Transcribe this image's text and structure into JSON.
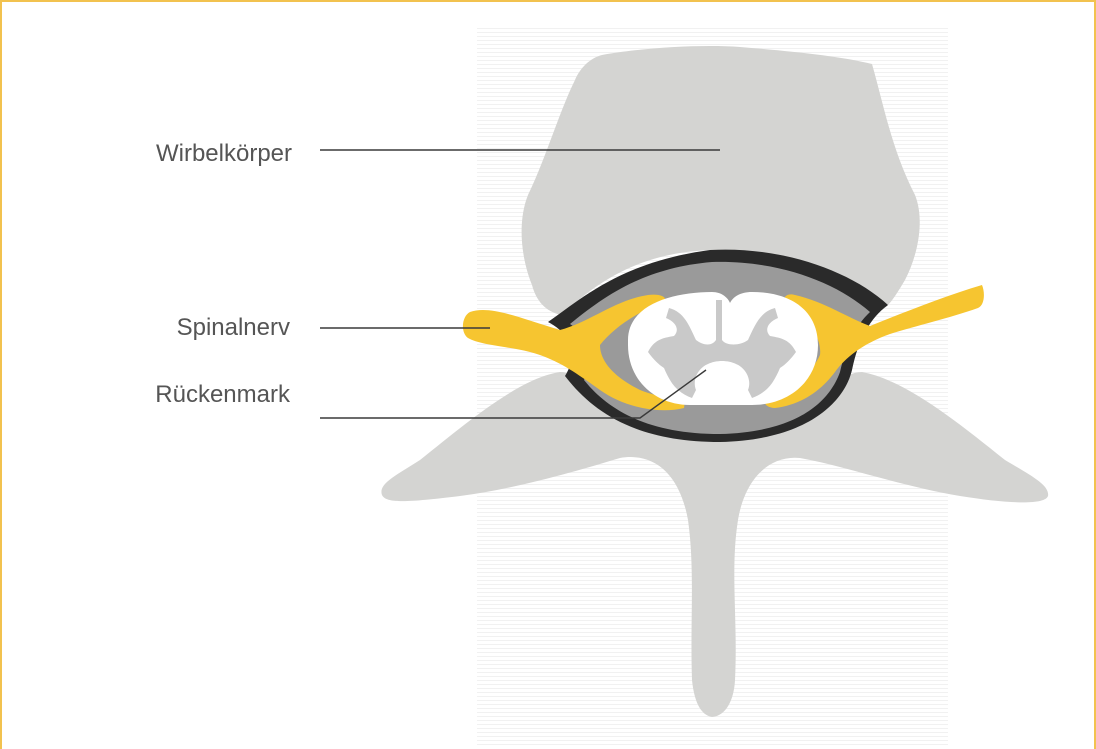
{
  "labels": {
    "vertebral_body": "Wirbelkörper",
    "spinal_nerve": "Spinalnerv",
    "spinal_cord": "Rückenmark"
  },
  "colors": {
    "frame": "#f2c24f",
    "bone": "#d4d4d2",
    "nerve": "#f6c530",
    "dura": "#2a2a2a",
    "csf_space": "#9a9a9a",
    "white_matter": "#ffffff",
    "grey_matter": "#c9c9c9",
    "leader_line": "#3a3a3a"
  }
}
